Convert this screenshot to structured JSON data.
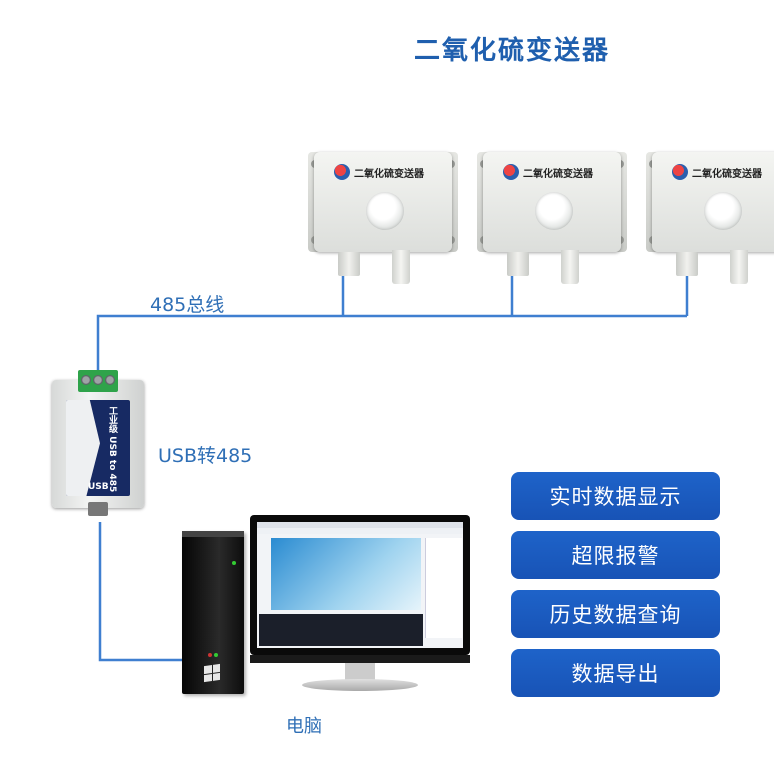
{
  "title": "二氧化硫变送器",
  "bus_label": "485总线",
  "converter_label": "USB转485",
  "computer_label": "电脑",
  "sensor": {
    "name": "二氧化硫变送器"
  },
  "converter": {
    "usb_text": "USB",
    "side_text": "工业级 USB to 485"
  },
  "features": [
    {
      "label": "实时数据显示"
    },
    {
      "label": "超限报警"
    },
    {
      "label": "历史数据查询"
    },
    {
      "label": "数据导出"
    }
  ],
  "colors": {
    "accent": "#1f5fae",
    "wire": "#3f7fd0",
    "button": "#1a5bbf"
  }
}
